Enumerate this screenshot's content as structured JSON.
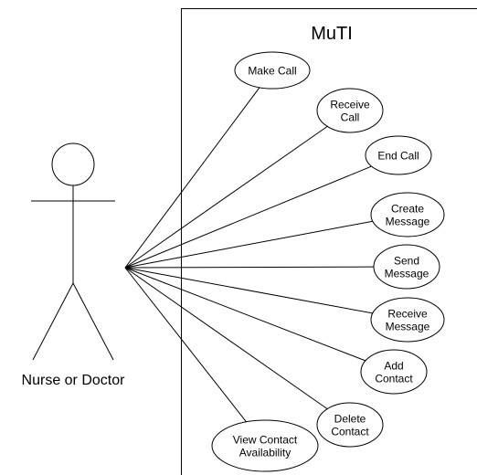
{
  "system": {
    "title": "MuTI"
  },
  "actor": {
    "name": "Nurse or Doctor"
  },
  "use_cases": [
    {
      "label_lines": [
        "Make Call"
      ]
    },
    {
      "label_lines": [
        "Receive",
        "Call"
      ]
    },
    {
      "label_lines": [
        "End Call"
      ]
    },
    {
      "label_lines": [
        "Create",
        "Message"
      ]
    },
    {
      "label_lines": [
        "Send",
        "Message"
      ]
    },
    {
      "label_lines": [
        "Receive",
        "Message"
      ]
    },
    {
      "label_lines": [
        "Add",
        "Contact"
      ]
    },
    {
      "label_lines": [
        "Delete",
        "Contact"
      ]
    },
    {
      "label_lines": [
        "View Contact",
        "Availability"
      ]
    }
  ]
}
